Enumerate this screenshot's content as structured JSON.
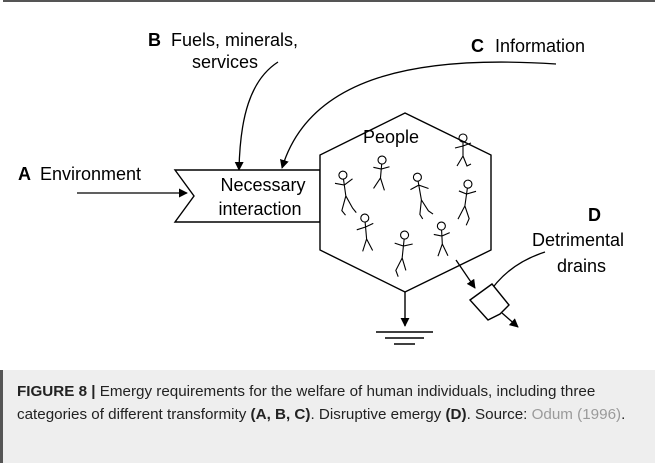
{
  "diagram": {
    "source_a": {
      "letter": "A",
      "label": "Environment"
    },
    "source_b": {
      "letter": "B",
      "label_line1": "Fuels, minerals,",
      "label_line2": "services"
    },
    "source_c": {
      "letter": "C",
      "label": "Information"
    },
    "interaction": {
      "line1": "Necessary",
      "line2": "interaction"
    },
    "people": {
      "label": "People"
    },
    "drain_d": {
      "letter": "D",
      "line1": "Detrimental",
      "line2": "drains"
    }
  },
  "caption": {
    "figure_label": "FIGURE 8 |",
    "text_1": " Emergy requirements for the welfare of human individuals, including three categories of different transformity ",
    "categories_bold": "(A, B, C)",
    "text_2": ". Disruptive emergy ",
    "d_bold": "(D)",
    "text_3": ". Source: ",
    "source_link": "Odum (1996)",
    "text_4": "."
  }
}
